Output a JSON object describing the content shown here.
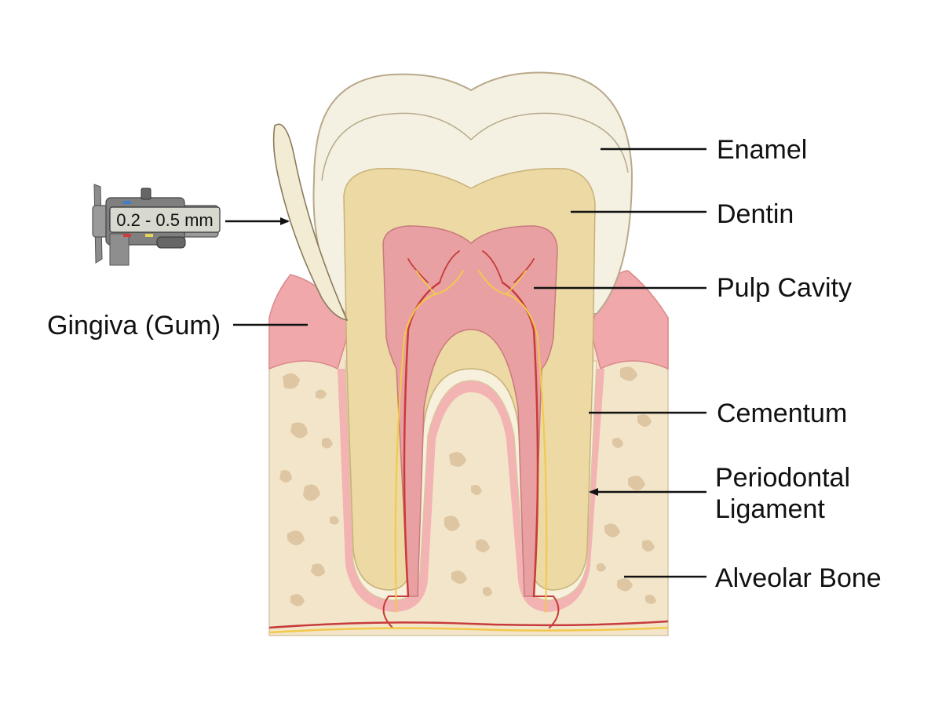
{
  "diagram": {
    "labels": {
      "enamel": "Enamel",
      "dentin": "Dentin",
      "pulp_cavity": "Pulp Cavity",
      "cementum": "Cementum",
      "periodontal_line1": "Periodontal",
      "periodontal_line2": "Ligament",
      "alveolar_bone": "Alveolar Bone",
      "gingiva": "Gingiva (Gum)"
    },
    "caliper": {
      "readout": "0.2 - 0.5 mm"
    }
  },
  "colors": {
    "enamel": "#f4f1e3",
    "dentin": "#ecd9a3",
    "pulp": "#e8a0a2",
    "gingiva": "#f0a8aa",
    "bone": "#f3e5c9",
    "bone_spots": "#ddc6a1",
    "nerve": "#f2c94c",
    "vessel": "#c73b3b"
  }
}
